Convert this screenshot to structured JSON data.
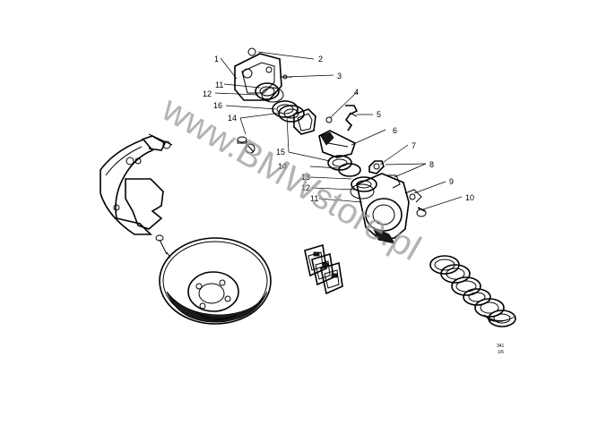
{
  "callouts": [
    "1",
    "2",
    "3",
    "4",
    "5",
    "6",
    "7",
    "8",
    "9",
    "10",
    "11",
    "12",
    "13",
    "14",
    "15",
    "16"
  ],
  "repeated_labels": {
    "n11b": "11",
    "n12b": "12",
    "n14b": "14"
  },
  "watermark": "www.BMWstore.pl",
  "diagram_code": [
    "341",
    "1/6"
  ]
}
